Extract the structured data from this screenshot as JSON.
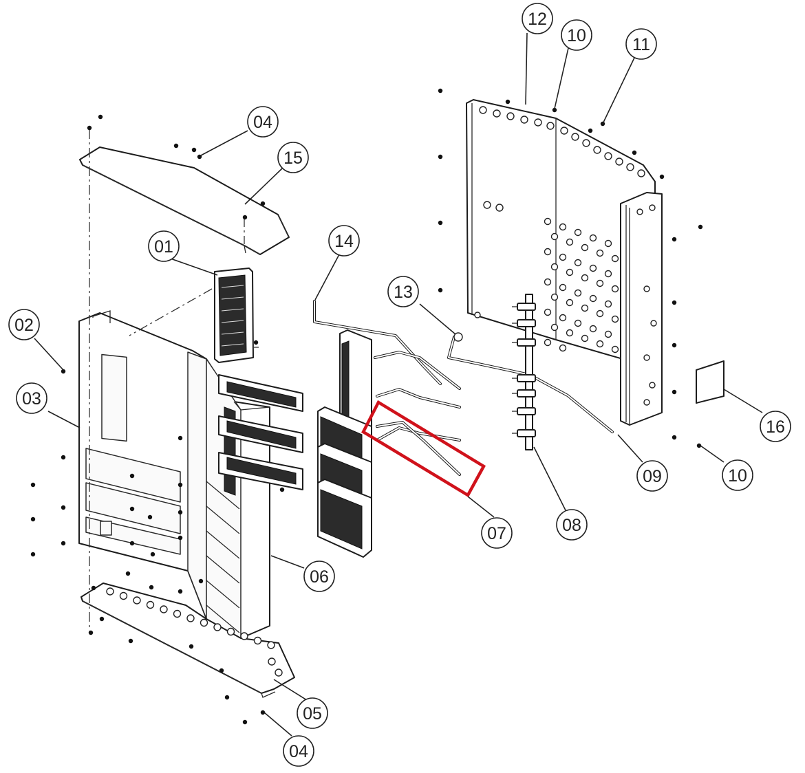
{
  "callouts": [
    {
      "id": "c12",
      "label": "12"
    },
    {
      "id": "c10a",
      "label": "10"
    },
    {
      "id": "c11",
      "label": "11"
    },
    {
      "id": "c04a",
      "label": "04"
    },
    {
      "id": "c15",
      "label": "15"
    },
    {
      "id": "c14",
      "label": "14"
    },
    {
      "id": "c01",
      "label": "01"
    },
    {
      "id": "c13",
      "label": "13"
    },
    {
      "id": "c02",
      "label": "02"
    },
    {
      "id": "c03",
      "label": "03"
    },
    {
      "id": "c16",
      "label": "16"
    },
    {
      "id": "c09",
      "label": "09"
    },
    {
      "id": "c10b",
      "label": "10"
    },
    {
      "id": "c07",
      "label": "07"
    },
    {
      "id": "c08",
      "label": "08"
    },
    {
      "id": "c06",
      "label": "06"
    },
    {
      "id": "c05",
      "label": "05"
    },
    {
      "id": "c04b",
      "label": "04"
    }
  ],
  "highlight": {
    "target_label": "07",
    "color": "#d0121b"
  },
  "colors": {
    "line": "#1c1c1c",
    "grille": "#2b2b2b",
    "background": "#ffffff"
  }
}
